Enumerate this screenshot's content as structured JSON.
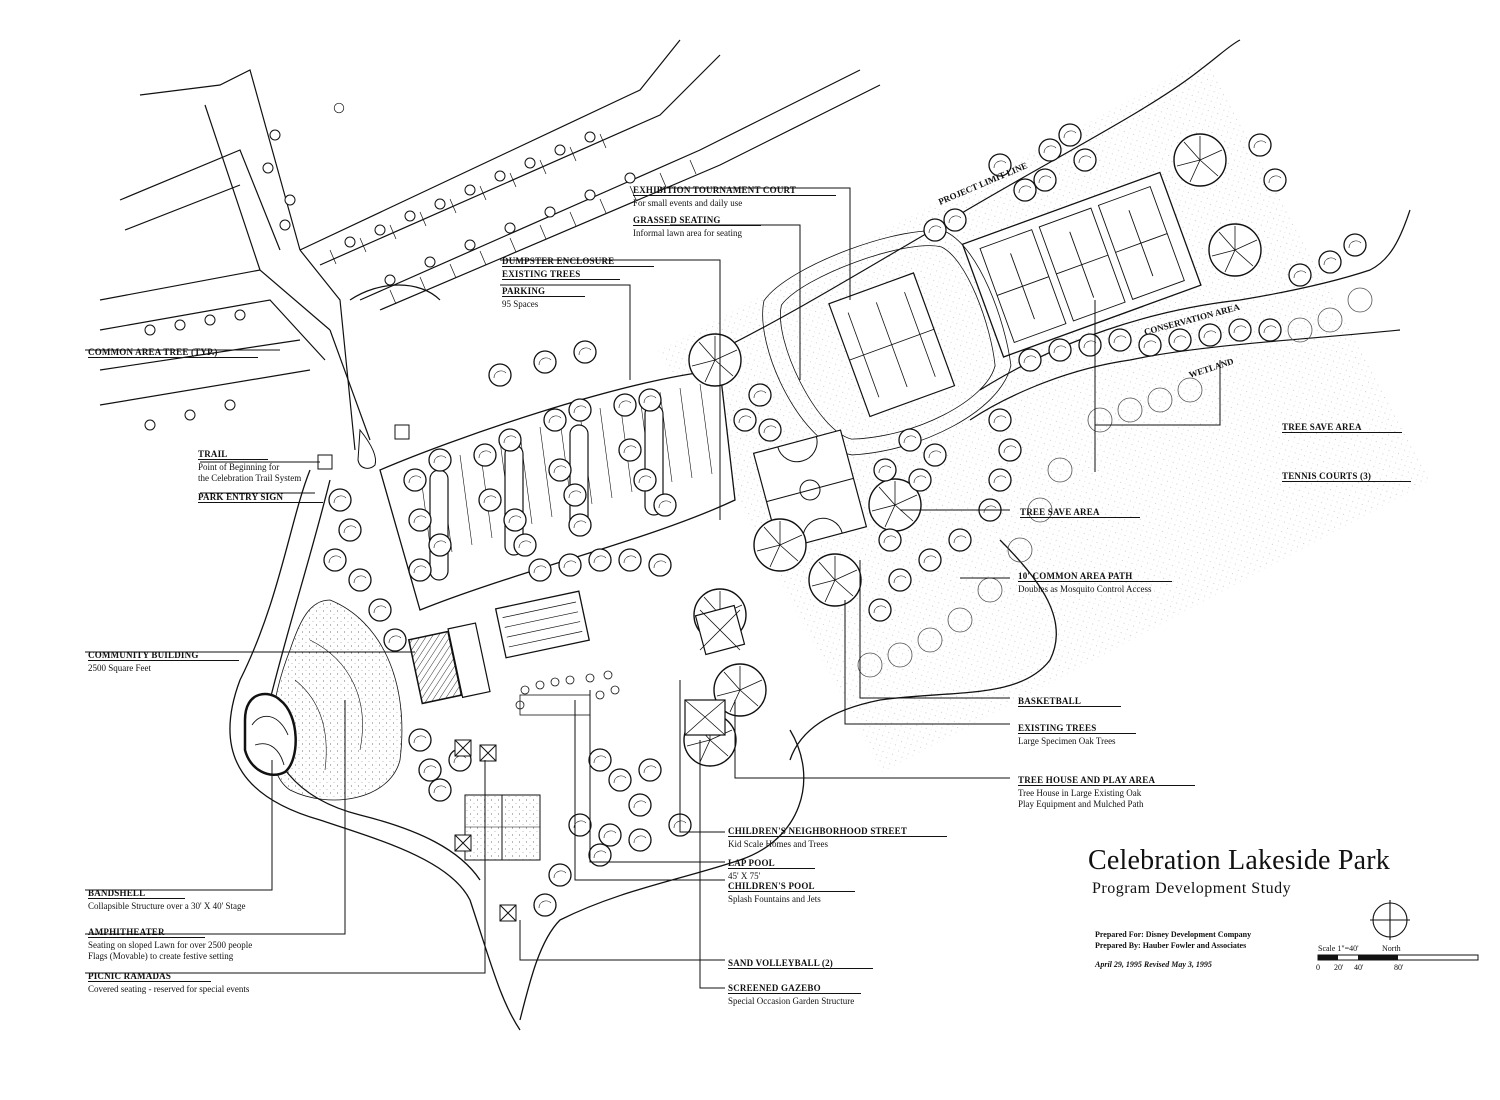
{
  "title": {
    "main": "Celebration Lakeside Park",
    "sub": "Program Development Study"
  },
  "credits": {
    "prepared_for": "Prepared For: Disney Development Company",
    "prepared_by": "Prepared By: Hauber Fowler and Associates",
    "dates": "April 29, 1995  Revised May 3, 1995"
  },
  "scale": {
    "label": "Scale 1\"=40'",
    "north": "North",
    "ticks": [
      "0",
      "20'",
      "40'",
      "80'"
    ]
  },
  "map_text": {
    "project_limit_line": "PROJECT LIMIT LINE",
    "conservation_area": "CONSERVATION AREA",
    "wetland": "WETLAND"
  },
  "labels": {
    "exhibition_court": {
      "title": "EXHIBITION TOURNAMENT COURT",
      "desc": "For small events and daily use"
    },
    "grassed_seating": {
      "title": "GRASSED SEATING",
      "desc": "Informal lawn area for seating"
    },
    "dumpster": {
      "title": "DUMPSTER ENCLOSURE"
    },
    "existing_trees_top": {
      "title": "EXISTING TREES"
    },
    "parking": {
      "title": "PARKING",
      "desc": "95 Spaces"
    },
    "common_area_tree": {
      "title": "COMMON AREA TREE (Typ.)"
    },
    "trail": {
      "title": "TRAIL",
      "desc1": "Point of Beginning for",
      "desc2": "the Celebration Trail System"
    },
    "park_entry_sign": {
      "title": "PARK ENTRY SIGN"
    },
    "tree_save_area_1": {
      "title": "TREE SAVE AREA"
    },
    "tennis_courts": {
      "title": "TENNIS COURTS (3)"
    },
    "tree_save_area_2": {
      "title": "TREE SAVE AREA"
    },
    "common_path": {
      "title": "10' COMMON AREA PATH",
      "desc": "Doubles as Mosquito Control Access"
    },
    "community_building": {
      "title": "COMMUNITY BUILDING",
      "desc": "2500 Square Feet"
    },
    "basketball": {
      "title": "BASKETBALL"
    },
    "existing_trees_oak": {
      "title": "EXISTING TREES",
      "desc": "Large Specimen Oak Trees"
    },
    "tree_house": {
      "title": "TREE HOUSE AND PLAY AREA",
      "desc1": "Tree House in Large Existing Oak",
      "desc2": "Play Equipment and Mulched Path"
    },
    "childrens_street": {
      "title": "CHILDREN'S NEIGHBORHOOD STREET",
      "desc": "Kid Scale Homes and Trees"
    },
    "lap_pool": {
      "title": "LAP POOL",
      "desc": "45' X 75'"
    },
    "childrens_pool": {
      "title": "CHILDREN'S POOL",
      "desc": "Splash Fountains and Jets"
    },
    "bandshell": {
      "title": "BANDSHELL",
      "desc": "Collapsible Structure over a 30' X 40' Stage"
    },
    "amphitheater": {
      "title": "AMPHITHEATER",
      "desc1": "Seating on sloped Lawn for over 2500 people",
      "desc2": "Flags (Movable) to create festive setting"
    },
    "picnic_ramadas": {
      "title": "PICNIC RAMADAS",
      "desc": "Covered seating - reserved for special events"
    },
    "sand_volleyball": {
      "title": "SAND VOLLEYBALL (2)"
    },
    "screened_gazebo": {
      "title": "SCREENED GAZEBO",
      "desc": "Special Occasion Garden Structure"
    }
  }
}
